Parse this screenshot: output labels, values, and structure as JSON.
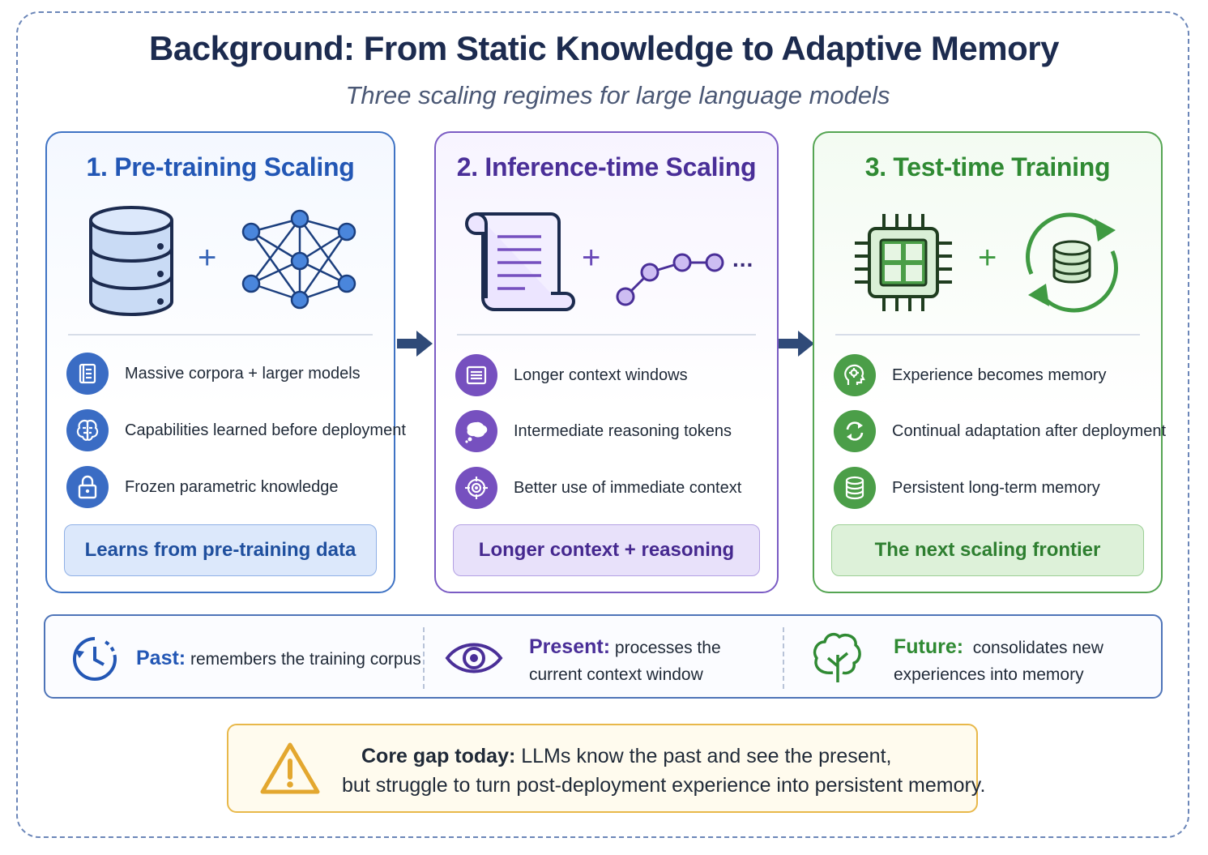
{
  "title": "Background: From Static Knowledge to Adaptive Memory",
  "subtitle": "Three scaling regimes for large language models",
  "panels": [
    {
      "title": "1. Pre-training Scaling",
      "plus": "+",
      "icons": [
        "database-icon",
        "neural-network-icon"
      ],
      "items": [
        {
          "icon": "book-icon",
          "text": "Massive corpora + larger models"
        },
        {
          "icon": "brain-icon",
          "text": "Capabilities learned before deployment"
        },
        {
          "icon": "lock-icon",
          "text": "Frozen parametric knowledge"
        }
      ],
      "pill": "Learns from pre-training data",
      "accent": "#3a6cc4"
    },
    {
      "title": "2. Inference-time Scaling",
      "plus": "+",
      "icons": [
        "scroll-icon",
        "token-chain-icon"
      ],
      "chain_ellipsis": "...",
      "items": [
        {
          "icon": "document-lines-icon",
          "text": "Longer context windows"
        },
        {
          "icon": "thought-bubble-icon",
          "text": "Intermediate reasoning tokens"
        },
        {
          "icon": "target-icon",
          "text": "Better use of immediate context"
        }
      ],
      "pill": "Longer context + reasoning",
      "accent": "#7650bf"
    },
    {
      "title": "3. Test-time Training",
      "plus": "+",
      "icons": [
        "chip-icon",
        "memory-cycle-icon"
      ],
      "items": [
        {
          "icon": "head-gear-icon",
          "text": "Experience becomes memory"
        },
        {
          "icon": "refresh-icon",
          "text": "Continual adaptation after deployment"
        },
        {
          "icon": "database-icon",
          "text": "Persistent long-term memory"
        }
      ],
      "pill": "The next scaling frontier",
      "accent": "#4b9e48"
    }
  ],
  "timeline": {
    "past": {
      "label": "Past:",
      "text": "remembers the training corpus",
      "icon": "clock-history-icon"
    },
    "present": {
      "label": "Present:",
      "text1": "processes the",
      "text2": "current context window",
      "icon": "eye-icon"
    },
    "future": {
      "label": "Future:",
      "text1": "consolidates new",
      "text2": "experiences into memory",
      "icon": "tree-icon"
    }
  },
  "callout": {
    "icon": "warning-icon",
    "label": "Core gap today:",
    "line1": "LLMs know the past and see the present,",
    "line2": "but struggle to turn post-deployment experience into persistent memory."
  }
}
